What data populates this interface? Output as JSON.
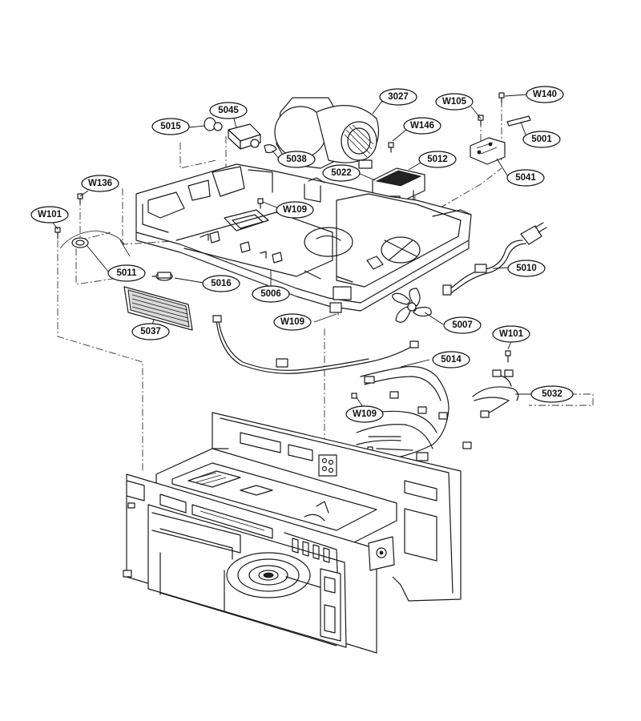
{
  "callouts": [
    {
      "label": "3027"
    },
    {
      "label": "W105"
    },
    {
      "label": "W140"
    },
    {
      "label": "5045"
    },
    {
      "label": "5015"
    },
    {
      "label": "W146"
    },
    {
      "label": "5001"
    },
    {
      "label": "5038"
    },
    {
      "label": "5012"
    },
    {
      "label": "5022"
    },
    {
      "label": "5041"
    },
    {
      "label": "W136"
    },
    {
      "label": "W109"
    },
    {
      "label": "W101"
    },
    {
      "label": "5010"
    },
    {
      "label": "5011"
    },
    {
      "label": "5016"
    },
    {
      "label": "5006"
    },
    {
      "label": "W109"
    },
    {
      "label": "5007"
    },
    {
      "label": "5037"
    },
    {
      "label": "W101"
    },
    {
      "label": "5014"
    },
    {
      "label": "5032"
    },
    {
      "label": "W109"
    }
  ]
}
